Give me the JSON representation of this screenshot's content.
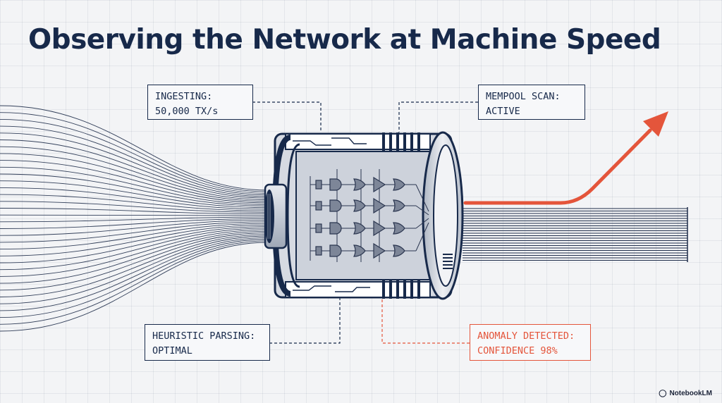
{
  "title": "Observing the Network at Machine Speed",
  "callouts": {
    "ingesting": {
      "line1": "INGESTING:",
      "line2": "50,000 TX/s"
    },
    "mempool": {
      "line1": "MEMPOOL SCAN:",
      "line2": "ACTIVE"
    },
    "heuristic": {
      "line1": "HEURISTIC PARSING:",
      "line2": "OPTIMAL"
    },
    "anomaly": {
      "line1": "ANOMALY DETECTED:",
      "line2": "CONFIDENCE 98%"
    }
  },
  "brand": {
    "label": "NotebookLM",
    "icon": "notebooklm-logo-icon"
  },
  "colors": {
    "navy": "#17294a",
    "accent": "#e4553b",
    "steel": "#c9ced8",
    "background": "#f3f4f6"
  }
}
